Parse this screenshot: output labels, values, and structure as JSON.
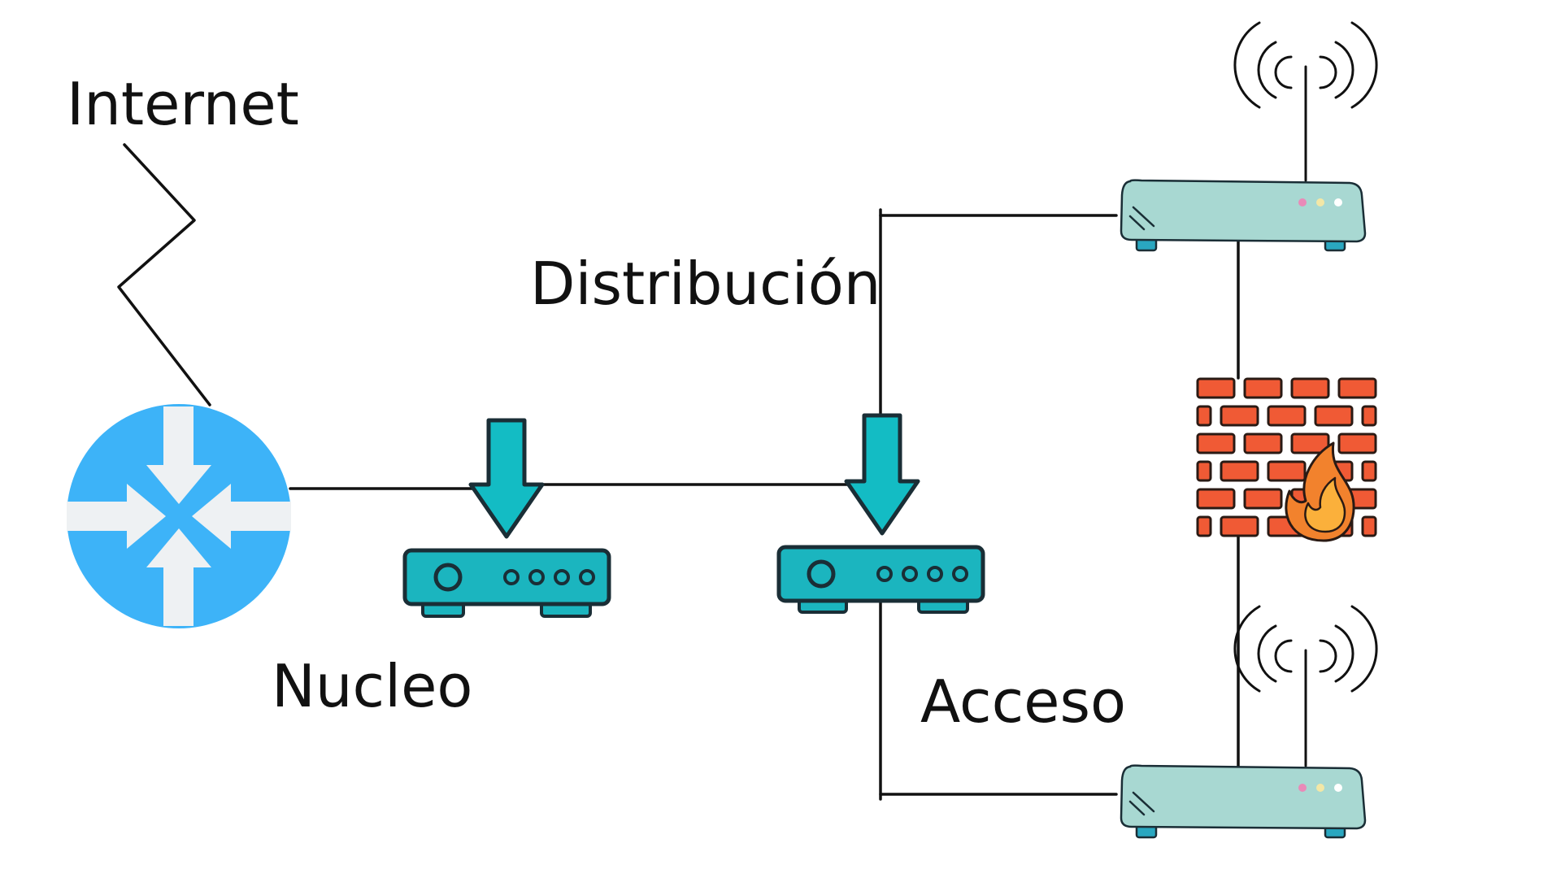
{
  "labels": {
    "internet": "Internet",
    "distribucion": "Distribución",
    "nucleo": "Nucleo",
    "acceso": "Acceso"
  },
  "colors": {
    "line": "#111111",
    "router_blue": "#3db3f8",
    "router_arrows": "#eef1f3",
    "switch_teal": "#1bb5bf",
    "switch_outline": "#1a2e36",
    "arrow_teal": "#13bcc4",
    "ap_body": "#a8d8d2",
    "ap_feet": "#2aa7c0",
    "ap_leds": [
      "#e98ab8",
      "#f3e7a6",
      "#ffffff"
    ],
    "brick": "#f05a35",
    "brick_outline": "#2a1a14",
    "flame_outer": "#f2822d",
    "flame_inner": "#fbb03b"
  },
  "icons": {
    "core_router": "router-icon",
    "distribution_switch": "switch-icon",
    "access_switch": "switch-icon",
    "downlink_arrow": "arrow-down-icon",
    "wireless_ap": "wireless-access-point-icon",
    "firewall": "firewall-icon"
  }
}
